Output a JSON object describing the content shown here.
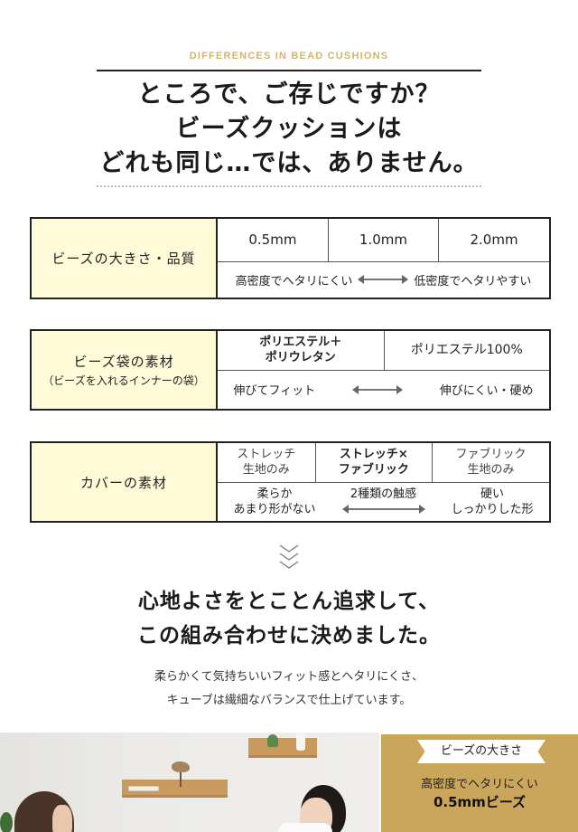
{
  "header": {
    "eyebrow": "DIFFERENCES IN BEAD CUSHIONS",
    "headline_lines": [
      "ところで、ご存じですか？",
      "ビーズクッションは",
      "どれも同じ…では、ありません。"
    ]
  },
  "tables": [
    {
      "label": "ビーズの大きさ・品質",
      "options": [
        "0.5mm",
        "1.0mm",
        "2.0mm"
      ],
      "scale_left": "高密度でヘタリにくい",
      "scale_right": "低密度でヘタリやすい"
    },
    {
      "label": "ビーズ袋の素材",
      "label_sub": "（ビーズを入れるインナーの袋）",
      "options": [
        "ポリエステル＋\nポリウレタン",
        "ポリエステル100%"
      ],
      "options_lines": [
        [
          "ポリエステル＋",
          "ポリウレタン"
        ],
        [
          "ポリエステル100%"
        ]
      ],
      "scale_left": "伸びてフィット",
      "scale_right": "伸びにくい・硬め"
    },
    {
      "label": "カバーの素材",
      "options_lines": [
        [
          "ストレッチ",
          "生地のみ"
        ],
        [
          "ストレッチ×",
          "ファブリック"
        ],
        [
          "ファブリック",
          "生地のみ"
        ]
      ],
      "scale_lines": [
        [
          "柔らか",
          "あまり形がない"
        ],
        [
          "2種類の触感"
        ],
        [
          "硬い",
          "しっかりした形"
        ]
      ]
    }
  ],
  "conclusion": {
    "headline_lines": [
      "心地よさをとことん追求して、",
      "この組み合わせに決めました。"
    ],
    "body_lines": [
      "柔らかくて気持ちいいフィット感とヘタリにくさ、",
      "キューブは繊細なバランスで仕上げています。"
    ]
  },
  "feature_card": {
    "ribbon": "ビーズの大きさ",
    "line1": "高密度でヘタリにくい",
    "line2": "0.5mmビーズ"
  },
  "colors": {
    "eyebrow_gold": "#d1b56e",
    "label_cream": "#fffbd9",
    "card_gold": "#c9a659",
    "border": "#222222"
  }
}
